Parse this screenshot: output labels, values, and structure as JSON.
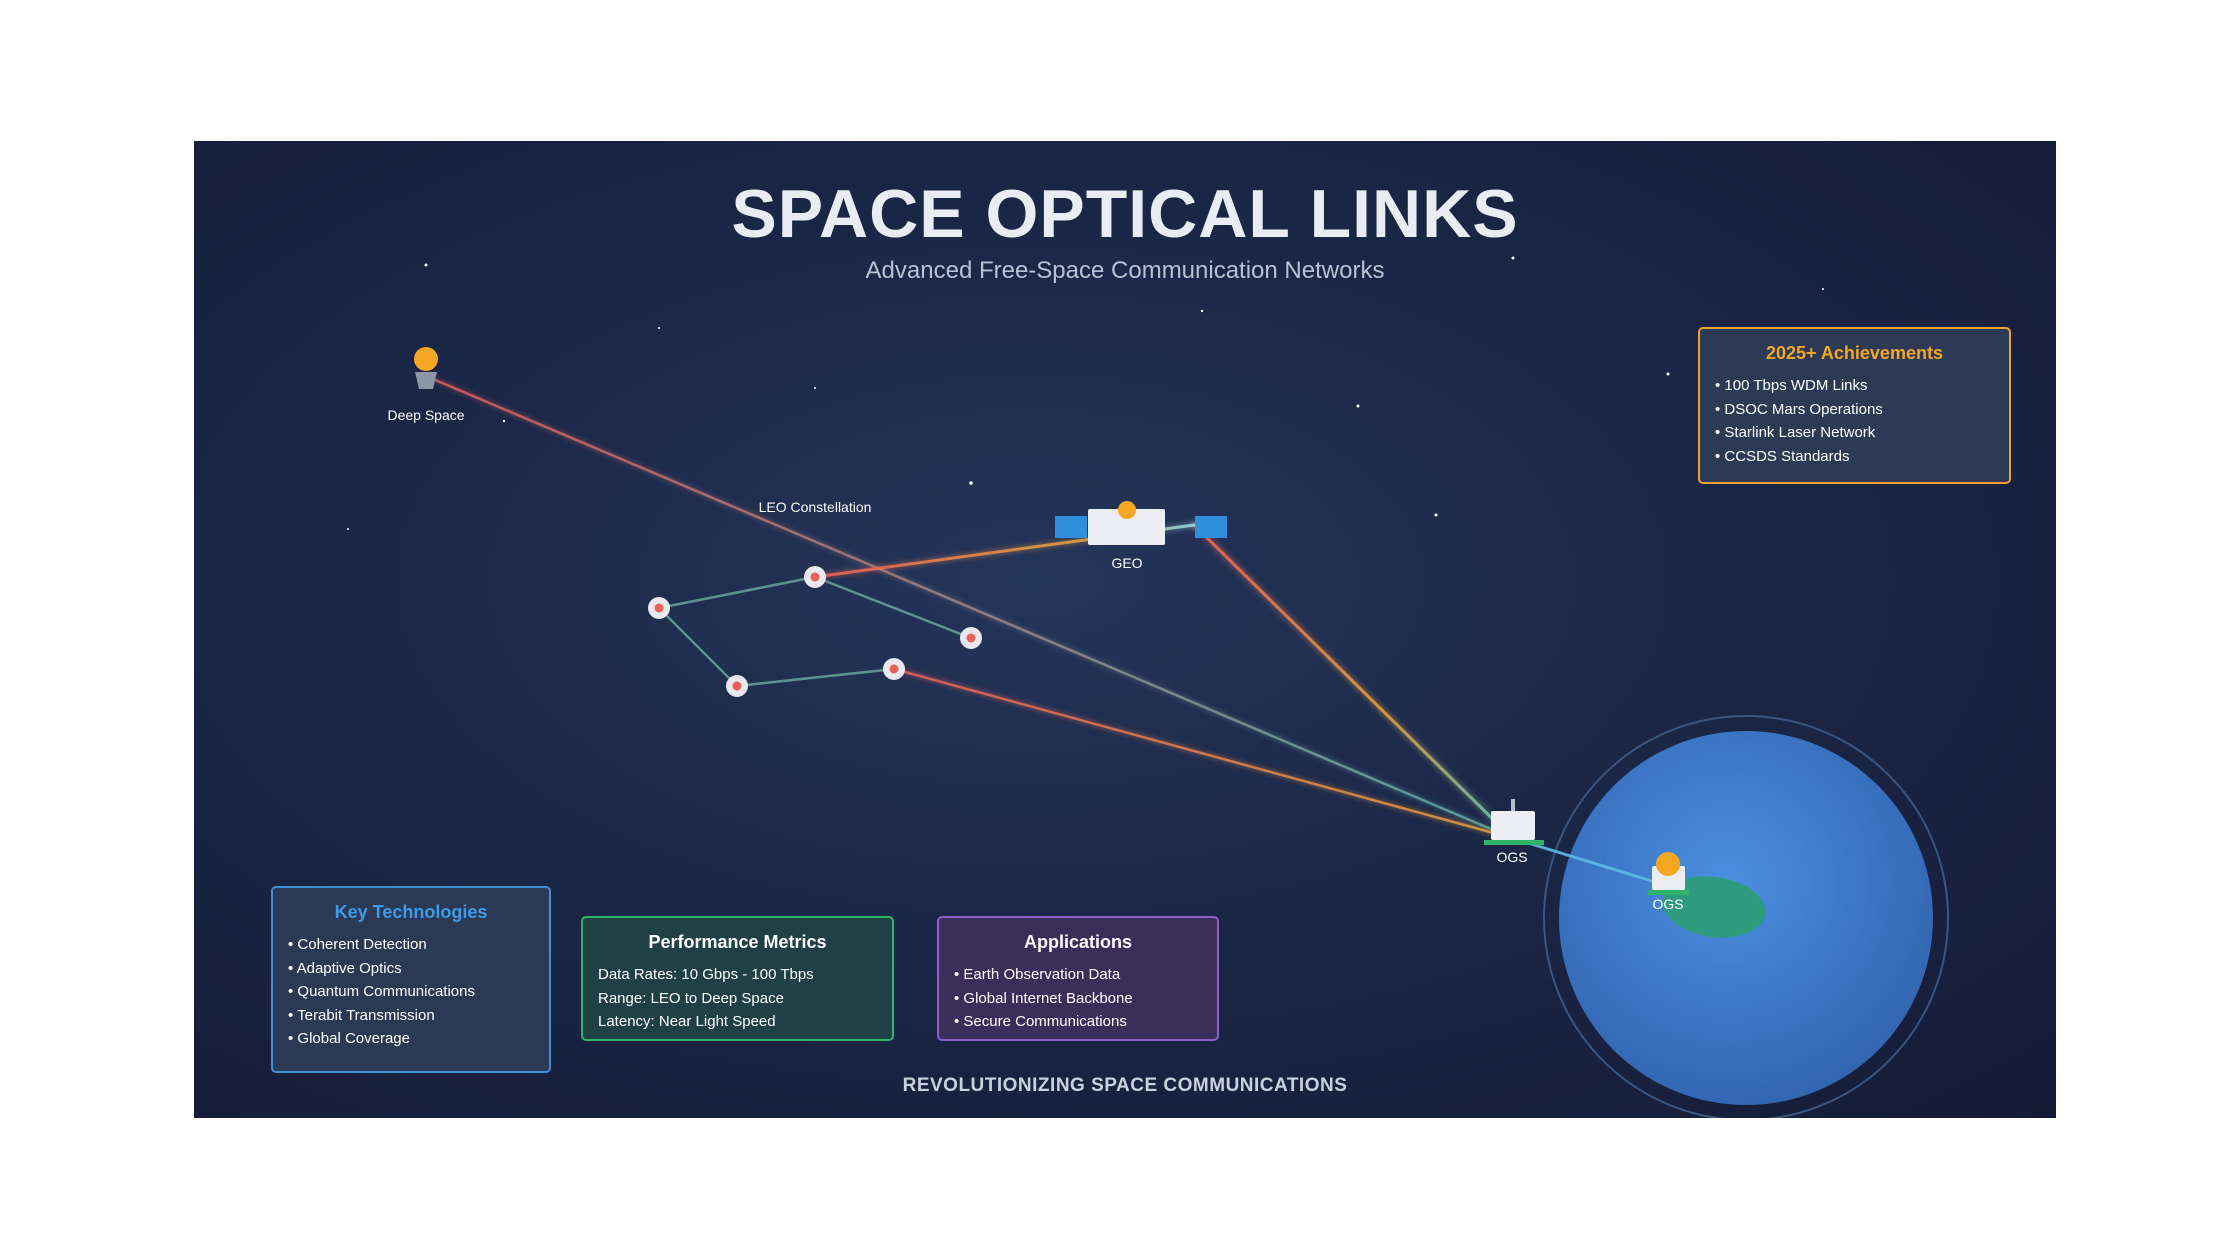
{
  "title": "SPACE OPTICAL LINKS",
  "subtitle": "Advanced Free-Space Communication Networks",
  "footer": "REVOLUTIONIZING SPACE COMMUNICATIONS",
  "labels": {
    "deep_space": "Deep Space",
    "leo_constellation": "LEO Constellation",
    "geo": "GEO",
    "ogs_space": "OGS",
    "ogs_earth": "OGS"
  },
  "achievements": {
    "title": "2025+ Achievements",
    "items": [
      "• 100 Tbps WDM Links",
      "• DSOC Mars Operations",
      "• Starlink Laser Network",
      "• CCSDS Standards"
    ]
  },
  "technologies": {
    "title": "Key Technologies",
    "items": [
      "• Coherent Detection",
      "• Adaptive Optics",
      "• Quantum Communications",
      "• Terabit Transmission",
      "• Global Coverage"
    ]
  },
  "performance": {
    "title": "Performance Metrics",
    "items": [
      "Data Rates: 10 Gbps - 100 Tbps",
      "Range: LEO to Deep Space",
      "Latency: Near Light Speed"
    ]
  },
  "applications": {
    "title": "Applications",
    "items": [
      "• Earth Observation Data",
      "• Global Internet Backbone",
      "• Secure Communications"
    ]
  },
  "colors": {
    "background": "#1b2747",
    "earth": "#3b7ccc",
    "accent_orange": "#f5a623",
    "link_red": "#e8605a",
    "link_teal": "#5fb3b0",
    "tech_border": "#3f8fd6",
    "perf_border": "#2fb26a",
    "apps_border": "#8a5fc9"
  }
}
